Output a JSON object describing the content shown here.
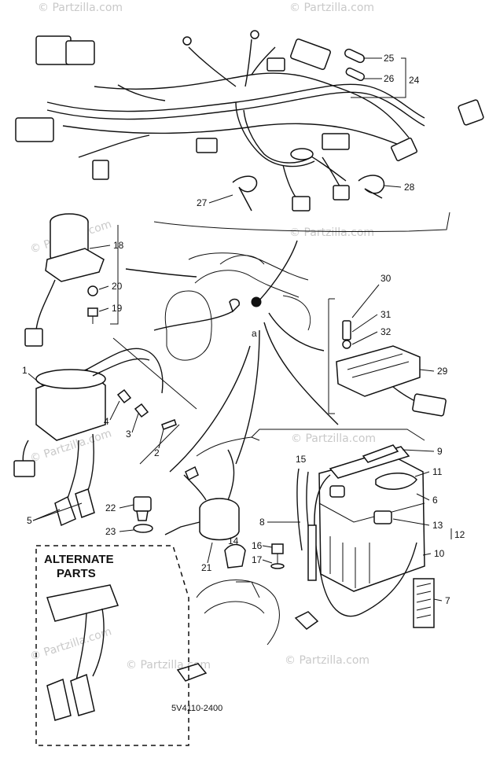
{
  "watermarks": [
    "© Partzilla.com",
    "© Partzilla.com",
    "© Partzilla.com",
    "© Partzilla.com",
    "© Partzilla.com",
    "© Partzilla.com",
    "© Partzilla.com",
    "© Partzilla.com",
    "© Partzilla.com"
  ],
  "callouts": [
    "1",
    "2",
    "3",
    "4",
    "5",
    "6",
    "7",
    "8",
    "9",
    "10",
    "11",
    "12",
    "13",
    "14",
    "15",
    "16",
    "17",
    "18",
    "19",
    "20",
    "21",
    "22",
    "23",
    "24",
    "25",
    "26",
    "27",
    "28",
    "29",
    "30",
    "31",
    "32"
  ],
  "inset_label": "a",
  "alternate_parts": [
    "ALTERNATE",
    "PARTS"
  ],
  "part_code": "5V4110-2400"
}
